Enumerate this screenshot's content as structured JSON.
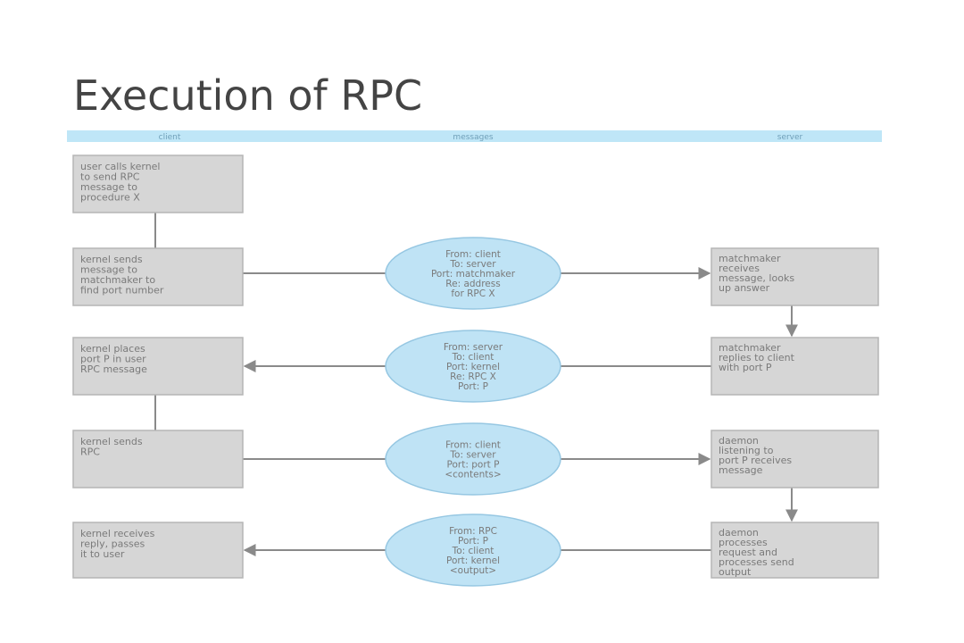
{
  "slide": {
    "title": "Execution of RPC"
  },
  "colors": {
    "title": "#444444",
    "header_bar": "#bfe6f7",
    "box_fill": "#d6d6d6",
    "box_stroke": "#b5b5b5",
    "ellipse_fill": "#bfe3f5",
    "ellipse_stroke": "#96c7e2",
    "line": "#8a8a8a",
    "text": "#7a7a7a"
  },
  "diagram": {
    "lanes": [
      "client",
      "messages",
      "server"
    ],
    "client_boxes": [
      [
        "user calls kernel",
        "to send RPC",
        "message to",
        "procedure X"
      ],
      [
        "kernel sends",
        "message to",
        "matchmaker to",
        "find port number"
      ],
      [
        "kernel places",
        "port P in user",
        "RPC message"
      ],
      [
        "kernel sends",
        "RPC"
      ],
      [
        "kernel receives",
        "reply, passes",
        "it to user"
      ]
    ],
    "messages": [
      [
        "From: client",
        "To: server",
        "Port: matchmaker",
        "Re: address",
        "for RPC X"
      ],
      [
        "From: server",
        "To: client",
        "Port: kernel",
        "Re: RPC X",
        "Port: P"
      ],
      [
        "From: client",
        "To: server",
        "Port: port P",
        "<contents>"
      ],
      [
        "From: RPC",
        "Port: P",
        "To: client",
        "Port: kernel",
        "<output>"
      ]
    ],
    "server_boxes": [
      [
        "matchmaker",
        "receives",
        "message, looks",
        "up answer"
      ],
      [
        "matchmaker",
        "replies to client",
        "with port P"
      ],
      [
        "daemon",
        "listening to",
        "port P receives",
        "message"
      ],
      [
        "daemon",
        "processes",
        "request and",
        "processes send",
        "output"
      ]
    ]
  }
}
